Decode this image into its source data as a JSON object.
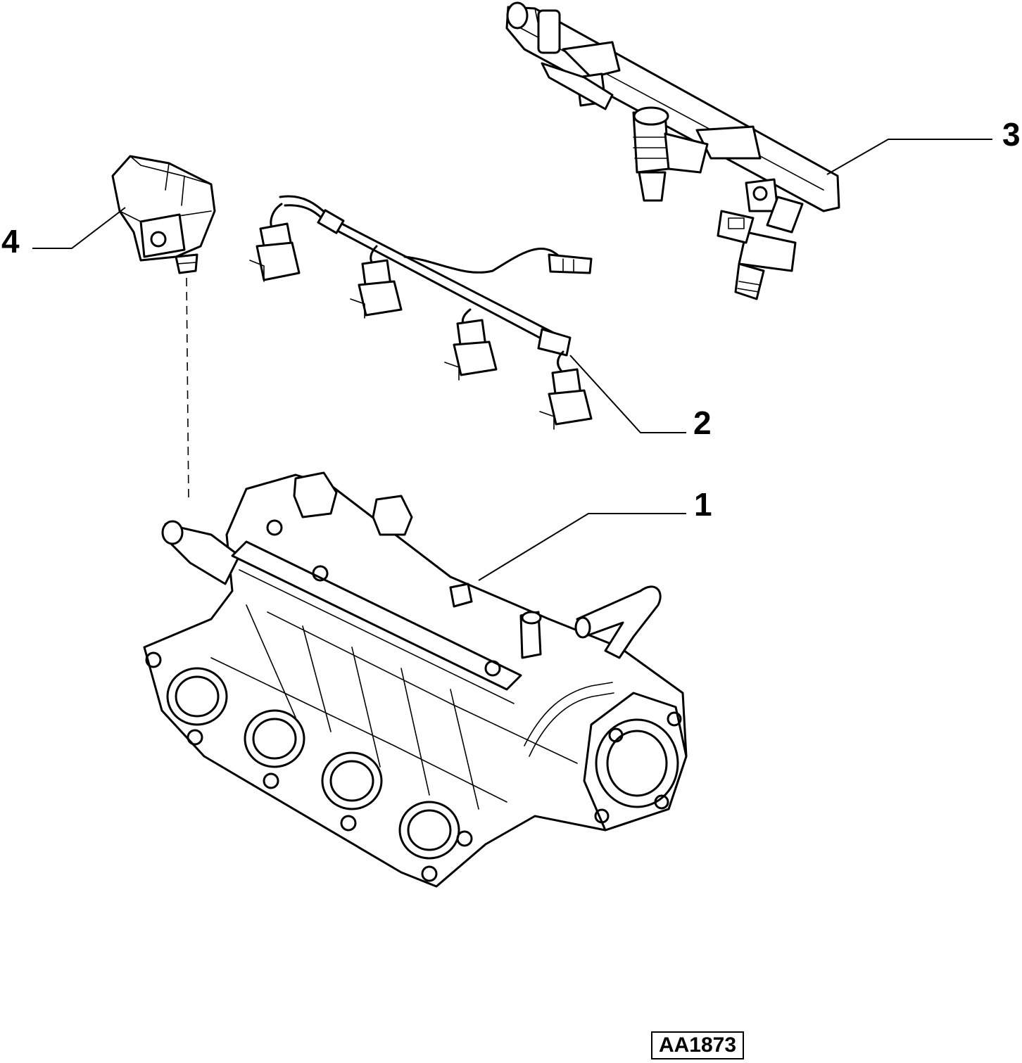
{
  "callouts": {
    "c1": "1",
    "c2": "2",
    "c3": "3",
    "c4": "4"
  },
  "reference": "AA1873",
  "icons": {
    "manifold": "intake-manifold-drawing",
    "harness": "injector-wiring-harness-drawing",
    "rail": "fuel-rail-with-injectors-drawing",
    "sensor": "pressure-sensor-drawing"
  }
}
